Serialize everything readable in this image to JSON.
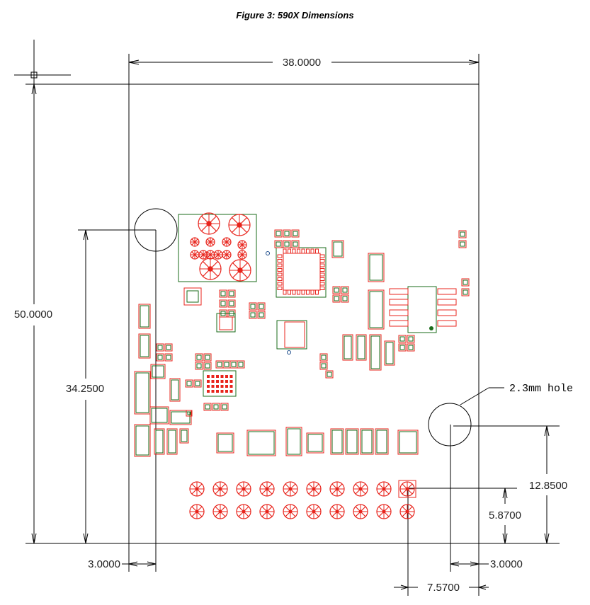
{
  "caption": "Figure 3: 590X Dimensions",
  "dimensions": {
    "board_width": "38.0000",
    "board_height": "50.0000",
    "hole1_y": "34.2500",
    "hole1_x": "3.0000",
    "hole2_y": "12.8500",
    "hole2_x": "3.0000",
    "header_y": "5.8700",
    "header_x": "7.5700"
  },
  "callout": "2.3mm hole",
  "colors": {
    "outline": "#000000",
    "pad": "#e8241c",
    "silkscreen": "#1a6b1a",
    "dimension": "#000000"
  }
}
